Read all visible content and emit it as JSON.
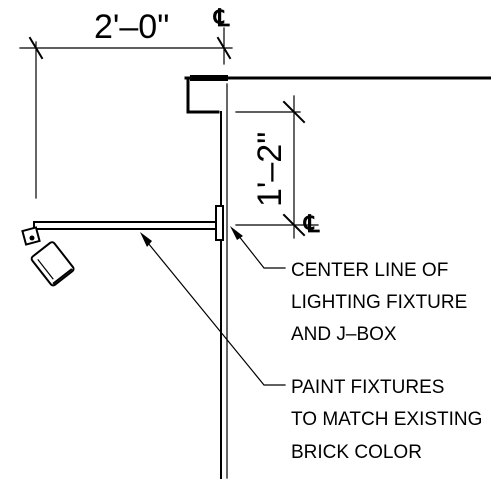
{
  "dimensions": {
    "horizontal": "2'–0\"",
    "vertical": "1'–2\""
  },
  "centerline_symbol": "℄",
  "notes": {
    "center_line": [
      "CENTER LINE OF",
      "LIGHTING FIXTURE",
      "AND J–BOX"
    ],
    "paint": [
      "PAINT FIXTURES",
      "TO MATCH EXISTING",
      "BRICK COLOR"
    ]
  }
}
